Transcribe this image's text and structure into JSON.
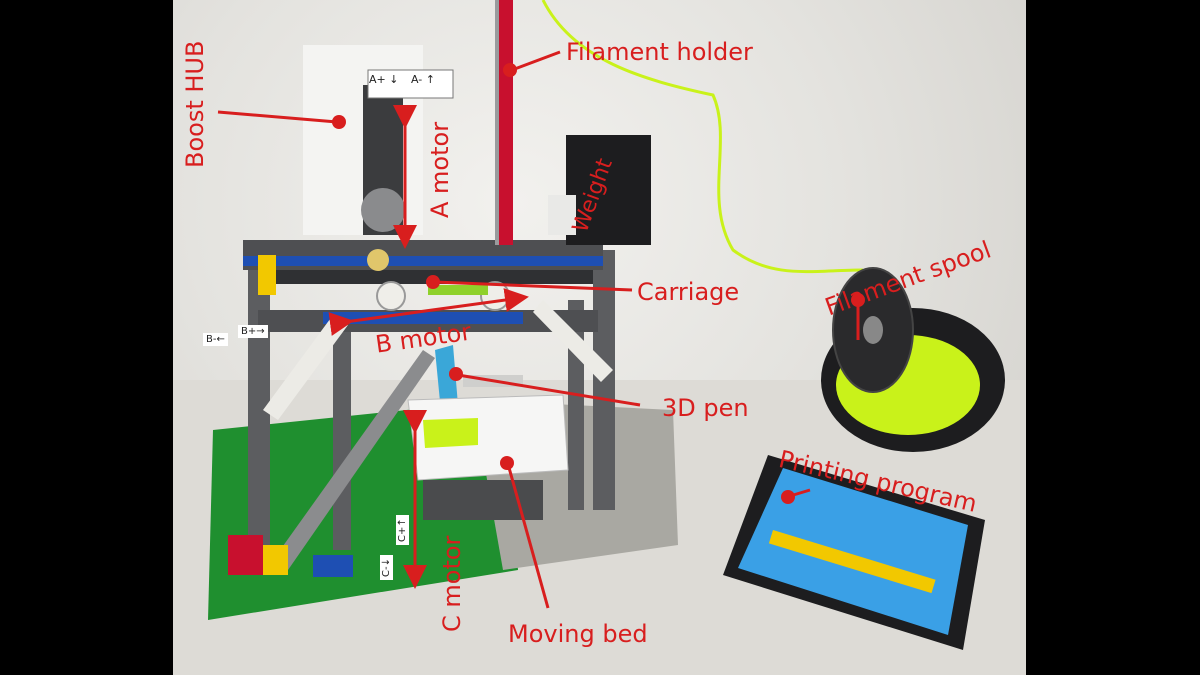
{
  "colors": {
    "annotation": "#d81e1e",
    "filament": "#c9f21a",
    "baseplate_green": "#1f8f2f",
    "baseplate_gray": "#a9a8a2",
    "lego_blue": "#1e4fb3",
    "lego_yellow": "#f2c800",
    "lego_red": "#c8102e",
    "tablet_screen": "#3aa0e6"
  },
  "labels": {
    "boost_hub": "Boost HUB",
    "filament_holder": "Filament holder",
    "a_motor": "A motor",
    "weight": "Weight",
    "filament_spool": "Filament spool",
    "carriage": "Carriage",
    "b_motor": "B motor",
    "pen_3d": "3D pen",
    "printing_program": "Printing program",
    "c_motor": "C motor",
    "moving_bed": "Moving bed"
  },
  "tags": {
    "a_plus": "A+ ↓",
    "a_minus": "A- ↑",
    "b_plus": "B+→",
    "b_minus": "B-←",
    "c_plus": "C+↑",
    "c_minus": "C-↓"
  },
  "icons": [
    "lego-printer-icon",
    "spool-icon",
    "tablet-icon",
    "pen-icon"
  ]
}
